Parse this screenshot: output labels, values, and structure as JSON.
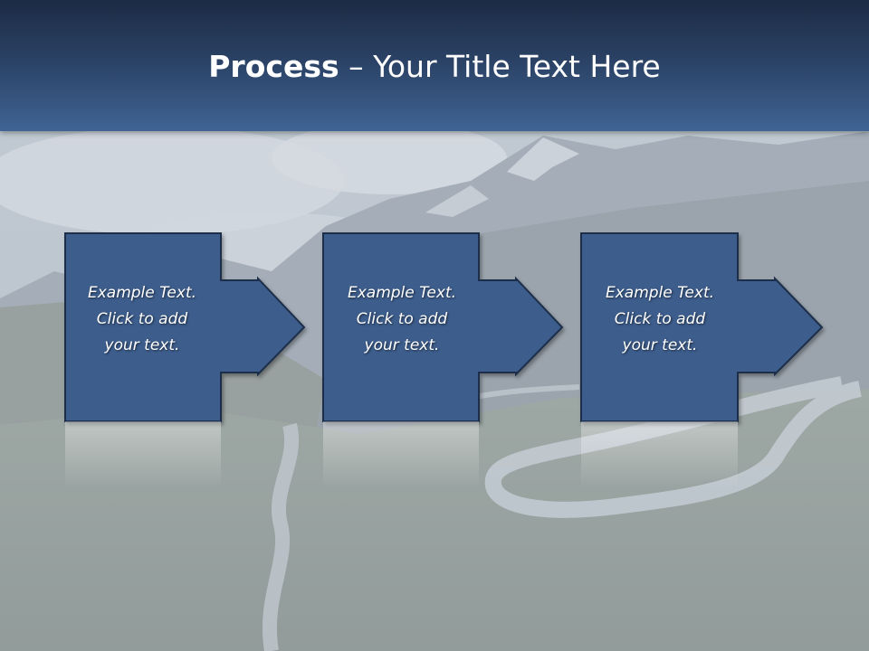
{
  "slide": {
    "title_bold": "Process",
    "title_rest": " – Your Title Text Here",
    "colors": {
      "title_bar_top": "#1c2b44",
      "title_bar_bottom": "#3f6494",
      "step_fill": "#3c5d8c",
      "step_stroke": "#1e2f48",
      "title_text": "#ffffff"
    },
    "background_image": "mountain-road-photo",
    "steps": [
      {
        "line1": "Example Text.",
        "line2": "Click  to add",
        "line3": "your text.",
        "icon": "right-arrow-icon"
      },
      {
        "line1": "Example Text.",
        "line2": "Click  to add",
        "line3": "your text.",
        "icon": "right-arrow-icon"
      },
      {
        "line1": "Example Text.",
        "line2": "Click  to add",
        "line3": "your text.",
        "icon": "right-arrow-icon"
      }
    ]
  }
}
